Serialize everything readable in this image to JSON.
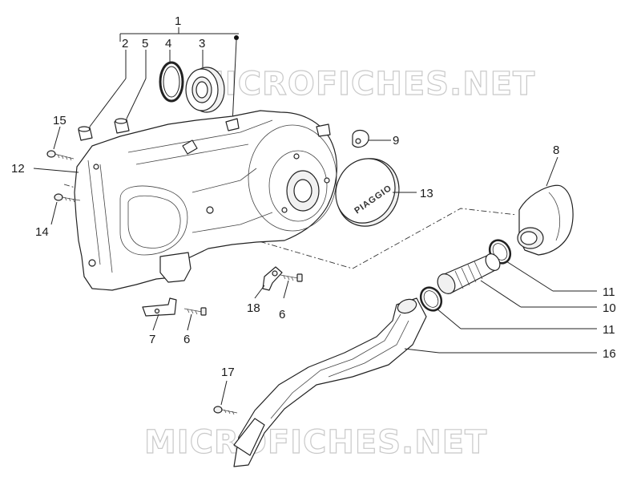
{
  "watermark": {
    "top": "MICROFICHES.NET",
    "bottom": "MICROFICHES.NET"
  },
  "brand_text": "PIAGGIO",
  "callouts": {
    "c1": "1",
    "c2": "2",
    "c3": "3",
    "c4": "4",
    "c5": "5",
    "c6a": "6",
    "c6b": "6",
    "c7": "7",
    "c8": "8",
    "c9": "9",
    "c10": "10",
    "c11a": "11",
    "c11b": "11",
    "c12": "12",
    "c13": "13",
    "c14": "14",
    "c15": "15",
    "c16": "16",
    "c17": "17",
    "c18": "18"
  }
}
